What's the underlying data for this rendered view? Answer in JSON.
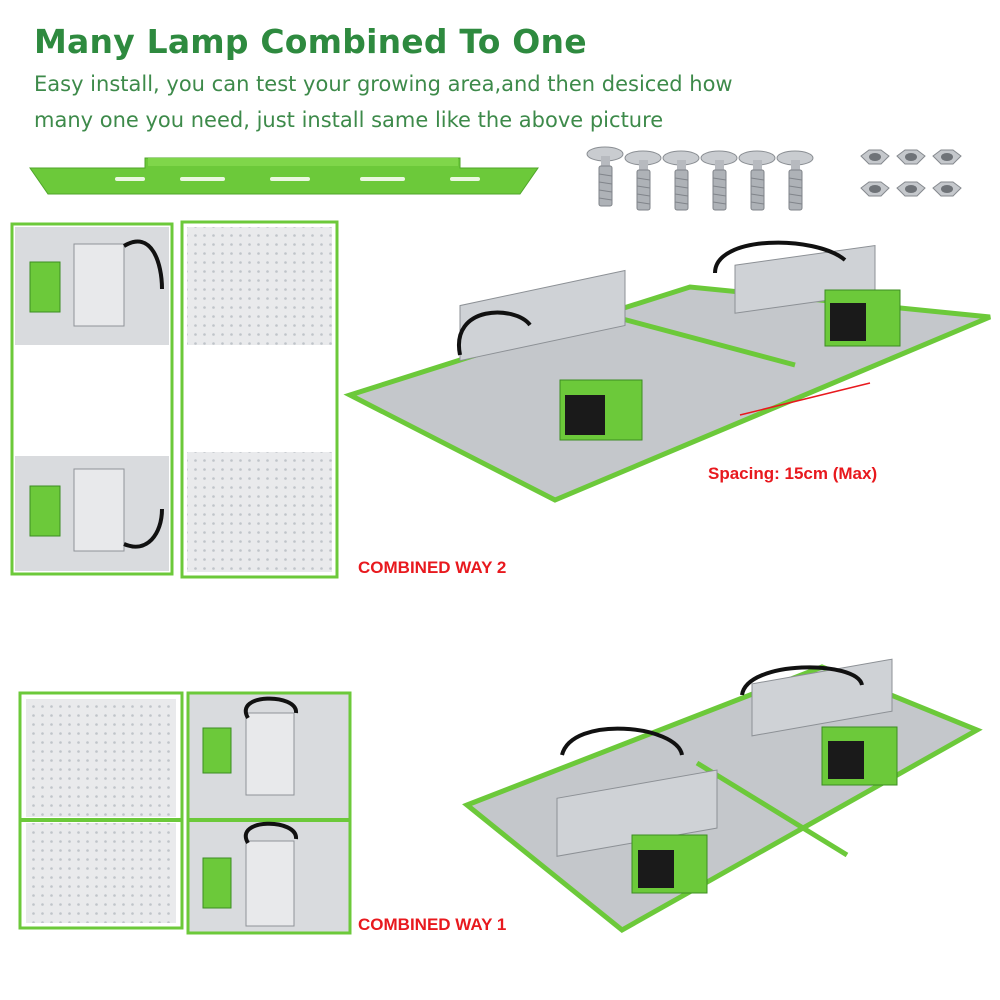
{
  "header": {
    "title": "Many Lamp Combined To One",
    "line1": "Easy install, you can test your growing area,and then desiced how",
    "line2": "many one you need, just install same like the above picture"
  },
  "labels": {
    "spacing": "Spacing: 15cm (Max)",
    "way2": "COMBINED WAY 2",
    "way1": "COMBINED WAY 1"
  },
  "colors": {
    "brand_green": "#2e8a3f",
    "frame_green": "#6cc93a",
    "label_red": "#e8191e"
  }
}
